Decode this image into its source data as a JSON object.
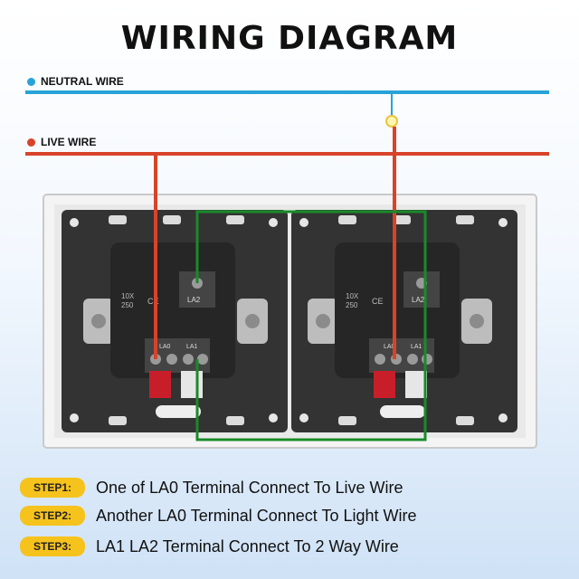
{
  "title": "WIRING DIAGRAM",
  "wires": {
    "neutral": {
      "label": "NEUTRAL WIRE",
      "color": "#27a3d8"
    },
    "live": {
      "label": "LIVE WIRE",
      "color": "#d8432a"
    },
    "two_way_color": "#1a8a2a"
  },
  "module": {
    "rating_line1": "10X",
    "rating_line2": "250",
    "ce_mark": "CE",
    "terminal_la2": "LA2",
    "terminal_la1": "LA1",
    "terminal_la0": "LA0"
  },
  "steps": [
    {
      "badge": "STEP1:",
      "text": "One of LA0 Terminal Connect To Live Wire"
    },
    {
      "badge": "STEP2:",
      "text": "Another LA0 Terminal Connect To Light Wire"
    },
    {
      "badge": "STEP3:",
      "text": "LA1 LA2 Terminal Connect To 2 Way Wire"
    }
  ]
}
